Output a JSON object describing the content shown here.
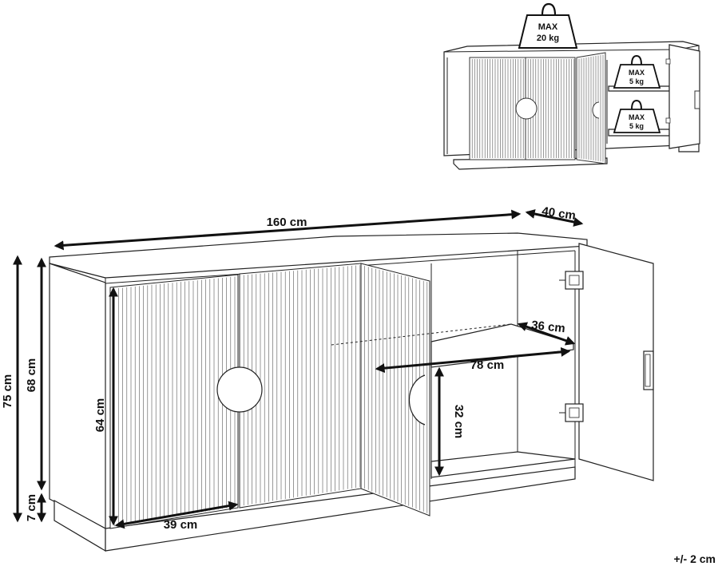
{
  "load_labels": {
    "top": [
      "MAX",
      "20 kg"
    ],
    "shelf_upper": [
      "MAX",
      "5 kg"
    ],
    "shelf_lower": [
      "MAX",
      "5 kg"
    ]
  },
  "dimensions": {
    "width": "160 cm",
    "depth": "40 cm",
    "total_height": "75 cm",
    "body_height": "68 cm",
    "door_height": "64 cm",
    "door_width": "39 cm",
    "shelf_depth": "36 cm",
    "shelf_width": "78 cm",
    "shelf_spacing": "32 cm",
    "base_height": "7 cm"
  },
  "tolerance": "+/- 2 cm"
}
